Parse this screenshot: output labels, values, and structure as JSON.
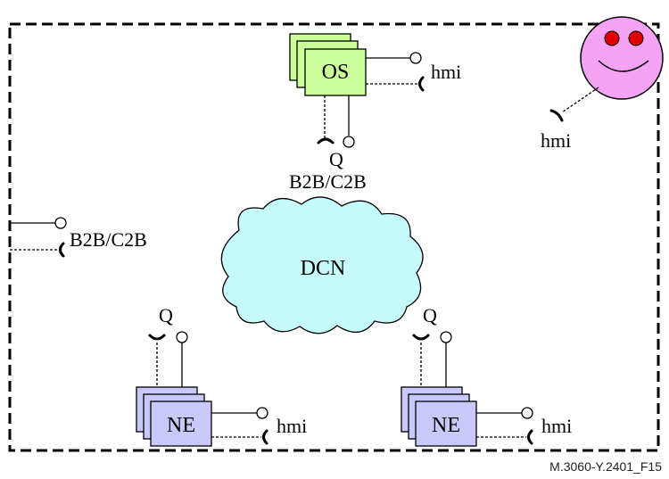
{
  "diagram": {
    "boundary_style": "dashed",
    "nodes": {
      "os": {
        "label": "OS",
        "color": "#ccff99"
      },
      "dcn": {
        "label": "DCN",
        "color": "#c6fbfd"
      },
      "ne_left": {
        "label": "NE",
        "color": "#c9c9f9"
      },
      "ne_right": {
        "label": "NE",
        "color": "#c9c9f9"
      },
      "user_face": {
        "color": "#f5a3f5",
        "eye_color": "#e00000"
      }
    },
    "labels": {
      "os_hmi": "hmi",
      "os_q": "Q",
      "os_b2b": "B2B/C2B",
      "face_hmi": "hmi",
      "left_b2b": "B2B/C2B",
      "ne_left_q": "Q",
      "ne_left_hmi": "hmi",
      "ne_right_q": "Q",
      "ne_right_hmi": "hmi"
    },
    "figure_id": "M.3060-Y.2401_F15"
  }
}
